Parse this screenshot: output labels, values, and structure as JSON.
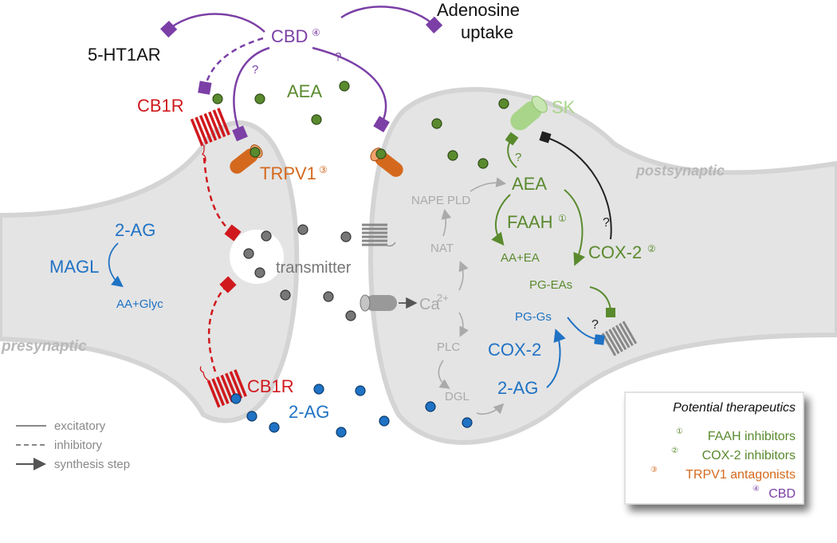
{
  "regions": {
    "presynaptic": "presynaptic",
    "postsynaptic": "postsynaptic"
  },
  "labels": {
    "cbd": "CBD",
    "cbd_num": "④",
    "ht1ar": "5-HT1AR",
    "adenosine_line1": "Adenosine",
    "adenosine_line2": "uptake",
    "aea_cleft": "AEA",
    "cb1r_top": "CB1R",
    "cb1r_bottom": "CB1R",
    "trpv1": "TRPV1",
    "trpv1_num": "③",
    "sk": "SK",
    "aea_post": "AEA",
    "nape_pld": "NAPE PLD",
    "faah": "FAAH",
    "faah_num": "①",
    "aa_ea": "AA+EA",
    "cox2_green": "COX-2",
    "cox2_green_num": "②",
    "nat": "NAT",
    "pg_eas": "PG-EAs",
    "two_ag_pre": "2-AG",
    "magl": "MAGL",
    "aa_glyc": "AA+Glyc",
    "transmitter": "transmitter",
    "ca_base": "Ca",
    "ca_sup": "2+",
    "pg_gs": "PG-Gs",
    "plc": "PLC",
    "cox2_blue": "COX-2",
    "dgl": "DGL",
    "two_ag_post": "2-AG",
    "two_ag_cleft": "2-AG",
    "q1": "?",
    "q2": "?",
    "q3": "?",
    "q4": "?",
    "q5": "?"
  },
  "legend": {
    "excitatory": "excitatory",
    "inhibitory": "inhibitory",
    "synthesis": "synthesis  step"
  },
  "therapeutics": {
    "title": "Potential therapeutics",
    "items": [
      {
        "num": "①",
        "label": "FAAH inhibitors",
        "color": "#5a8a2e"
      },
      {
        "num": "②",
        "label": "COX-2 inhibitors",
        "color": "#5a8a2e"
      },
      {
        "num": "③",
        "label": "TRPV1 antagonists",
        "color": "#d4691e"
      },
      {
        "num": "④",
        "label": "CBD",
        "color": "#7b3fa6"
      }
    ]
  },
  "colors": {
    "purple": "#7b3fa6",
    "green": "#5a8a2e",
    "red": "#d0191e",
    "orange": "#d4691e",
    "blue": "#1f72c4",
    "gray": "#aaaaaa",
    "light_green": "#a9d58a",
    "neuron_fill": "#e4e4e4"
  }
}
